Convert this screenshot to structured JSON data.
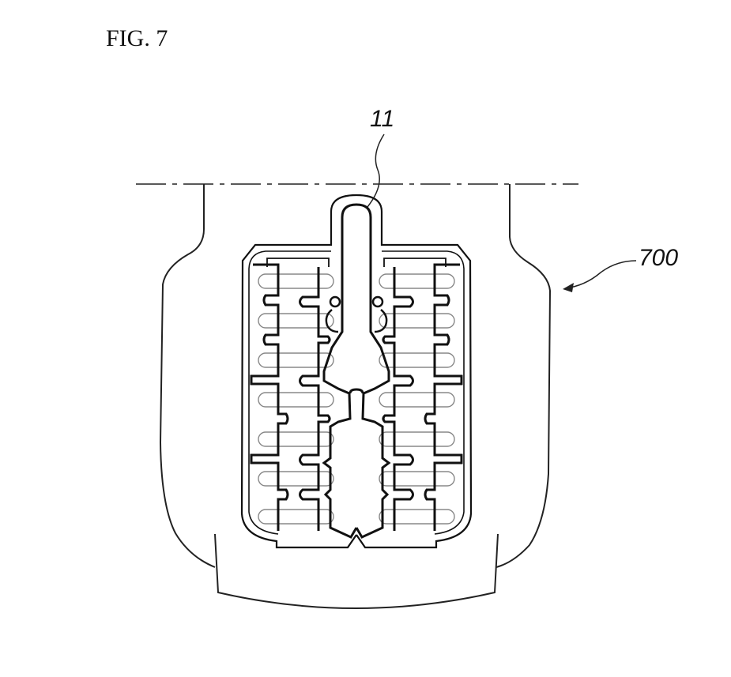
{
  "figure": {
    "title": "FIG. 7",
    "reference_labels": {
      "channel": "11",
      "assembly": "700"
    }
  }
}
